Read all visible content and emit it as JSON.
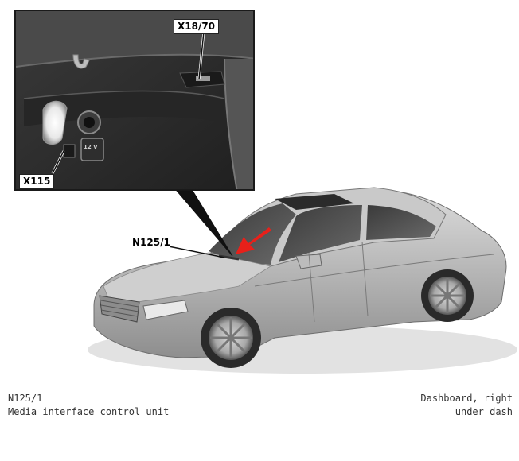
{
  "callouts": {
    "x18_70": "X18/70",
    "x115": "X115",
    "n125_1": "N125/1"
  },
  "socket_label": "12 V",
  "caption": {
    "code": "N125/1",
    "name": "Media interface control unit",
    "location_line1": "Dashboard, right",
    "location_line2": "under dash"
  },
  "colors": {
    "arrow": "#e8201a",
    "car_body": "#b9b9b9",
    "inset_bg": "#2c2c2c"
  }
}
